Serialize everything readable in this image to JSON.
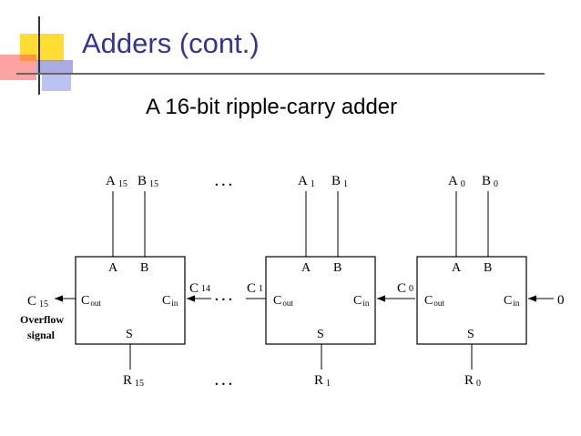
{
  "slide": {
    "title": "Adders (cont.)",
    "subtitle": "A 16-bit ripple-carry adder"
  },
  "diagram": {
    "ellipsis": ". . .",
    "carry_in_value": "0",
    "adders": [
      {
        "a": "A",
        "a_sub": "15",
        "b": "B",
        "b_sub": "15",
        "r": "R",
        "r_sub": "15",
        "cout": "C",
        "cout_sub": "15"
      },
      {
        "a": "A",
        "a_sub": "1",
        "b": "B",
        "b_sub": "1",
        "r": "R",
        "r_sub": "1",
        "cout": "C",
        "cout_sub": "1"
      },
      {
        "a": "A",
        "a_sub": "0",
        "b": "B",
        "b_sub": "0",
        "r": "R",
        "r_sub": "0",
        "cout": "C",
        "cout_sub": "0"
      }
    ],
    "carry_14": {
      "label": "C",
      "sub": "14"
    },
    "pins": {
      "a": "A",
      "b": "B",
      "s": "S",
      "c": "C",
      "out": "out",
      "in": "in"
    },
    "overflow_line1": "Overflow",
    "overflow_line2": "signal"
  },
  "colors": {
    "title": "#333399",
    "deco_yellow": "#ffdd33",
    "deco_blue": "#6666cc",
    "deco_red": "#ff5555",
    "deco_lightblue": "#aab4ee",
    "rule": "#666666"
  }
}
